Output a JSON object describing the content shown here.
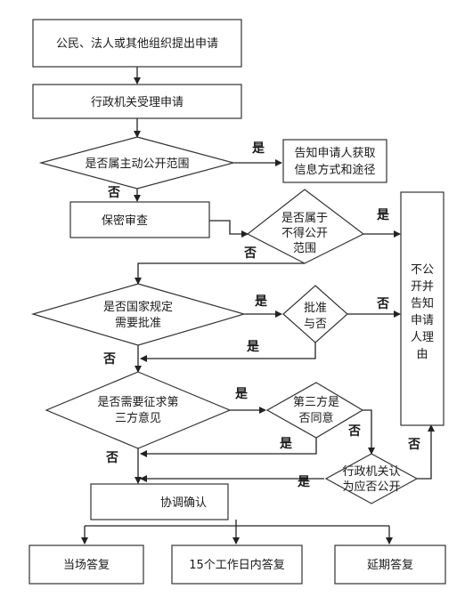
{
  "nodes": {
    "apply": "公民、法人或其他组织提出申请",
    "accept": "行政机关受理申请",
    "q_public": "是否属主动公开范围",
    "inform": [
      "告知申请人获取",
      "信息方式和途径"
    ],
    "secrecy": "保密审查",
    "q_forbidden": [
      "是否属于",
      "不得公开",
      "范围"
    ],
    "q_approval": [
      "是否国家规定",
      "需要批准"
    ],
    "approve": [
      "批准",
      "与否"
    ],
    "q_third": [
      "是否需要征求第",
      "三方意见"
    ],
    "third_agree": [
      "第三方是",
      "否同意"
    ],
    "agency_decide": [
      "行政机关认",
      "为应否公开"
    ],
    "coordinate": "协调确认",
    "reply_now": "当场答复",
    "reply_15": "15个工作日内答复",
    "reply_delay": "延期答复",
    "refuse": [
      "不公",
      "开并",
      "告知",
      "申请",
      "人理",
      "由"
    ]
  },
  "edge_labels": {
    "yes": "是",
    "no": "否"
  }
}
